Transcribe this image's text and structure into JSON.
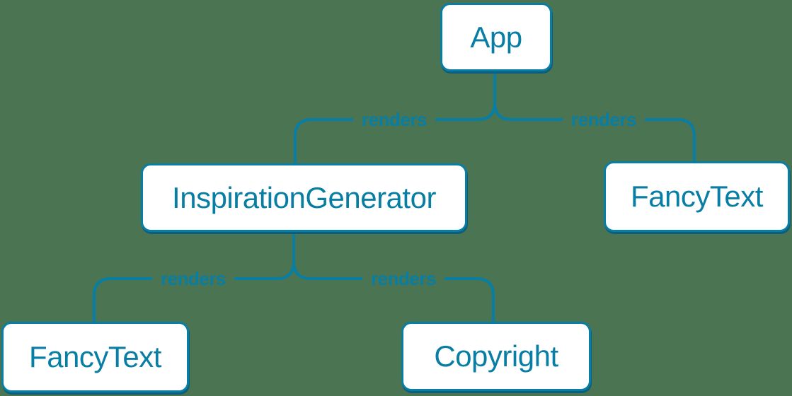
{
  "colors": {
    "background": "#4a7452",
    "accent": "#087ea4",
    "node-fill": "#ffffff",
    "node-shadow": "#0b5e7c"
  },
  "nodes": [
    {
      "id": "app",
      "label": "App"
    },
    {
      "id": "inspiration-generator",
      "label": "InspirationGenerator"
    },
    {
      "id": "fancy-text-top",
      "label": "FancyText"
    },
    {
      "id": "fancy-text-bottom",
      "label": "FancyText"
    },
    {
      "id": "copyright",
      "label": "Copyright"
    }
  ],
  "edges": [
    {
      "from": "App",
      "to": "InspirationGenerator",
      "label": "renders"
    },
    {
      "from": "App",
      "to": "FancyText",
      "label": "renders"
    },
    {
      "from": "InspirationGenerator",
      "to": "FancyText",
      "label": "renders"
    },
    {
      "from": "InspirationGenerator",
      "to": "Copyright",
      "label": "renders"
    }
  ]
}
